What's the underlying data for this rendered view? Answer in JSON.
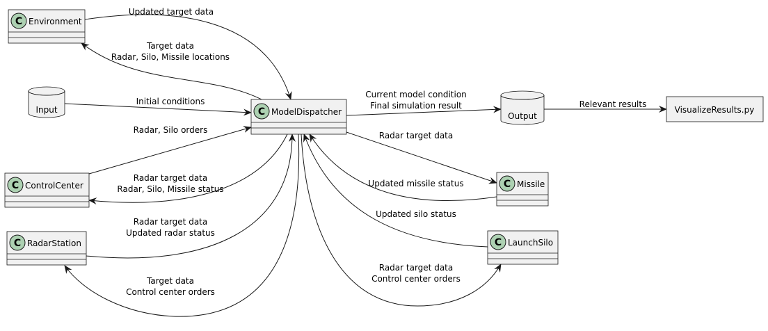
{
  "classes": {
    "environment": "Environment",
    "model_dispatcher": "ModelDispatcher",
    "control_center": "ControlCenter",
    "radar_station": "RadarStation",
    "missile": "Missile",
    "launch_silo": "LaunchSilo",
    "class_marker": "C"
  },
  "databases": {
    "input": "Input",
    "output": "Output"
  },
  "visualize": "VisualizeResults.py",
  "edges": {
    "env_updated": "Updated target data",
    "env_target_1": "Target data",
    "env_target_2": "Radar, Silo, Missile locations",
    "input_initial": "Initial conditions",
    "cc_orders": "Radar, Silo orders",
    "cc_back_1": "Radar target data",
    "cc_back_2": "Radar, Silo, Missile status",
    "radar_up_1": "Radar target data",
    "radar_up_2": "Updated radar status",
    "radar_back_1": "Target data",
    "radar_back_2": "Control center orders",
    "output_1": "Current model condition",
    "output_2": "Final simulation result",
    "relevant": "Relevant results",
    "missile_data": "Radar target data",
    "missile_status": "Updated missile status",
    "silo_status": "Updated silo status",
    "silo_1": "Radar target data",
    "silo_2": "Control center orders"
  }
}
